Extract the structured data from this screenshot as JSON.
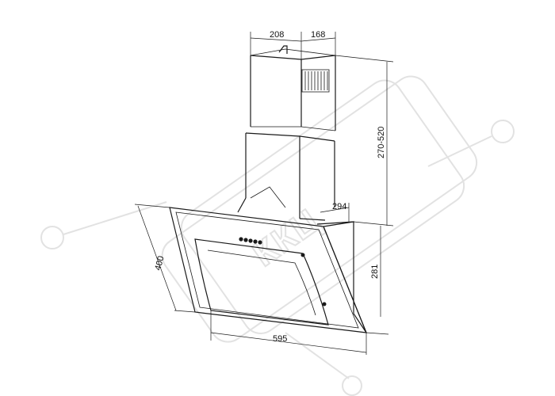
{
  "watermark": {
    "text": "ККЦ",
    "color": "#e2e2e2"
  },
  "dimensions": {
    "duct_depth_back": "208",
    "duct_width": "168",
    "duct_height_range": "270-520",
    "hood_depth": "294",
    "panel_height": "400",
    "hood_height": "281",
    "hood_width": "595"
  },
  "buttons": {
    "count": 5
  },
  "colors": {
    "line": "#1a1a1a",
    "background": "#ffffff"
  }
}
